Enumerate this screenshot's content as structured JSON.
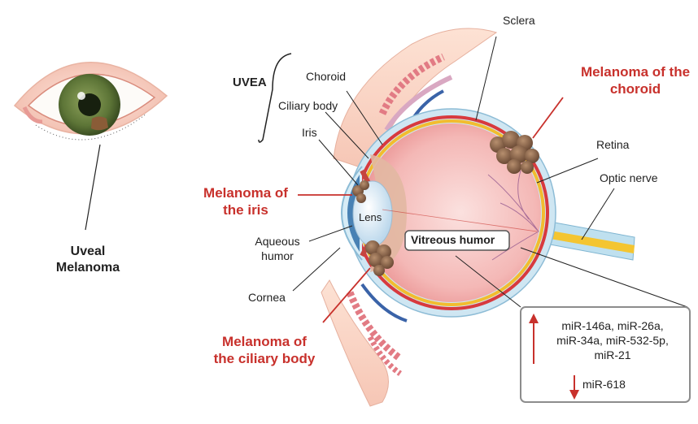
{
  "external_eye": {
    "label_line1": "Uveal",
    "label_line2": "Melanoma"
  },
  "labels": {
    "sclera": "Sclera",
    "uvea": "UVEA",
    "choroid": "Choroid",
    "ciliary_body": "Ciliary body",
    "iris": "Iris",
    "lens": "Lens",
    "aqueous_line1": "Aqueous",
    "aqueous_line2": "humor",
    "cornea": "Cornea",
    "retina": "Retina",
    "optic_nerve": "Optic nerve",
    "vitreous_humor": "Vitreous humor"
  },
  "melanoma_labels": {
    "choroid_line1": "Melanoma of the",
    "choroid_line2": "choroid",
    "iris_line1": "Melanoma of",
    "iris_line2": "the iris",
    "ciliary_line1": "Melanoma of",
    "ciliary_line2": "the ciliary body"
  },
  "mirna_box": {
    "up_line1": "miR-146a, miR-26a,",
    "up_line2": "miR-34a, miR-532-5p,",
    "up_line3": "miR-21",
    "down": "miR-618",
    "up_arrow_color": "#c8312c",
    "down_arrow_color": "#c8312c"
  },
  "colors": {
    "melanoma_red": "#c8312c",
    "iris_green": "#5f7a3a",
    "sclera_pink": "#f4c9c4"
  }
}
